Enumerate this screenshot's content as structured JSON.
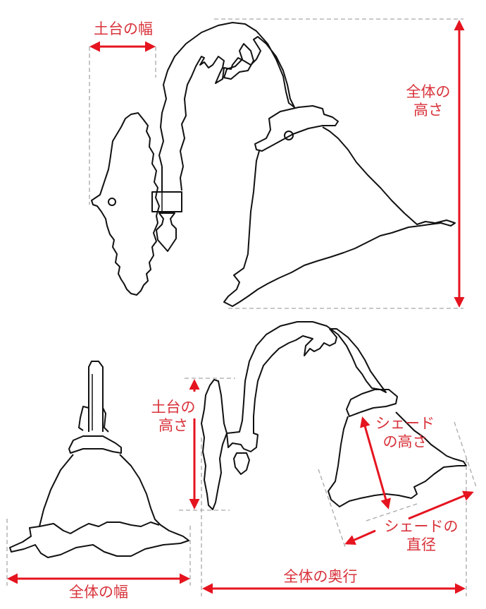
{
  "diagram": {
    "subject": "wall bracket lamp dimension guide",
    "colors": {
      "dimension": "#e5141f",
      "label": "#d8323a",
      "outline": "#111111",
      "guide": "#a8a8a8",
      "background": "#ffffff"
    },
    "views": [
      {
        "id": "side-view-large",
        "description": "side view of wall lamp with base plate, curved arm and flared glass shade"
      },
      {
        "id": "front-view",
        "description": "front view of shade with arm stem"
      },
      {
        "id": "side-view-small",
        "description": "side view of wall lamp, smaller scale"
      }
    ],
    "labels": {
      "base_width": "土台の幅",
      "total_height": [
        "全体の",
        "高さ"
      ],
      "base_height": [
        "土台の",
        "高さ"
      ],
      "shade_height": [
        "シェード",
        "の高さ"
      ],
      "shade_diameter": [
        "シェードの",
        "直径"
      ],
      "total_width": "全体の幅",
      "total_depth": "全体の奥行"
    }
  }
}
